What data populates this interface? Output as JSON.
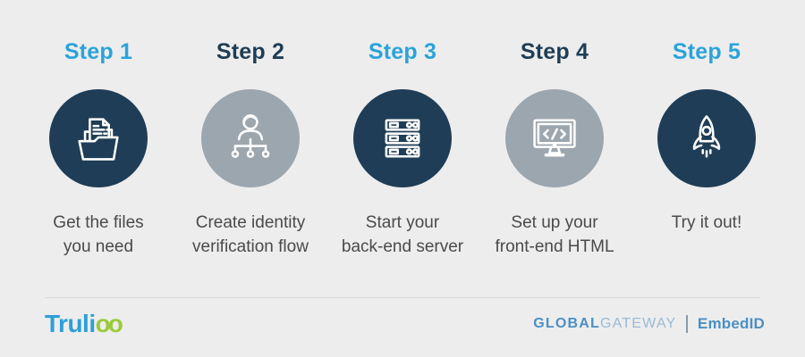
{
  "steps": [
    {
      "label": "Step 1",
      "caption": "Get the files\nyou need",
      "icon": "folder-files-icon",
      "circle_tone": "navy",
      "label_tone": "blue"
    },
    {
      "label": "Step 2",
      "caption": "Create identity\nverification flow",
      "icon": "person-flowchart-icon",
      "circle_tone": "gray",
      "label_tone": "navy"
    },
    {
      "label": "Step 3",
      "caption": "Start your\nback-end server",
      "icon": "server-stack-icon",
      "circle_tone": "navy",
      "label_tone": "blue"
    },
    {
      "label": "Step 4",
      "caption": "Set up your\nfront-end HTML",
      "icon": "monitor-code-icon",
      "circle_tone": "gray",
      "label_tone": "navy"
    },
    {
      "label": "Step 5",
      "caption": "Try it out!",
      "icon": "rocket-icon",
      "circle_tone": "navy",
      "label_tone": "blue"
    }
  ],
  "footer": {
    "brand_text": "Truli",
    "brand_suffix": "oo",
    "product_left": "GLOBAL",
    "product_right": "GATEWAY",
    "product_name": "EmbedID"
  },
  "colors": {
    "background": "#EDEDEE",
    "navy": "#1F3D56",
    "gray_circle": "#9CA6AF",
    "accent_blue": "#2AA3DC",
    "caption_text": "#4A4A4A",
    "divider": "#DADADA",
    "footer_blue": "#4C8FC5",
    "footer_light_blue": "#9BB9D4",
    "pipe": "#8C9BA5",
    "brand_blue": "#2E9FD8",
    "brand_green": "#9BCB3B"
  }
}
